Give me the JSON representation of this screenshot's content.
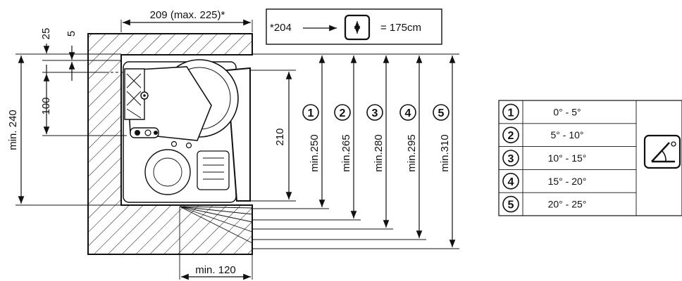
{
  "top_dims": {
    "width_label": "209 (max. 225)*",
    "dim_25": "25",
    "dim_5": "5",
    "dim_100": "100",
    "dim_min240": "min. 240",
    "dim_210": "210",
    "dim_min120": "min. 120"
  },
  "note_box": {
    "prefix": "*204",
    "equals_text": "= 175cm"
  },
  "heights": [
    {
      "num": "1",
      "label": "min.250"
    },
    {
      "num": "2",
      "label": "min.265"
    },
    {
      "num": "3",
      "label": "min.280"
    },
    {
      "num": "4",
      "label": "min.295"
    },
    {
      "num": "5",
      "label": "min.310"
    }
  ],
  "angle_table": {
    "rows": [
      {
        "num": "1",
        "range": "0° -  5°"
      },
      {
        "num": "2",
        "range": "5° - 10°"
      },
      {
        "num": "3",
        "range": "10° - 15°"
      },
      {
        "num": "4",
        "range": "15° - 20°"
      },
      {
        "num": "5",
        "range": "20° - 25°"
      }
    ]
  }
}
